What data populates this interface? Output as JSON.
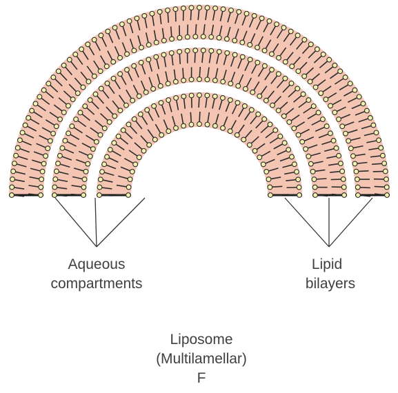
{
  "labels": {
    "aqueous_line1": "Aqueous",
    "aqueous_line2": "compartments",
    "lipid_line1": "Lipid",
    "lipid_line2": "bilayers",
    "title_line1": "Liposome",
    "title_line2": "(Multilamellar)",
    "panel_letter": "F"
  },
  "colors": {
    "bilayer_band": "#f4c5b3",
    "lipid_head_fill": "#f3f0b0",
    "lipid_stroke": "#2b2b2b",
    "leader_line": "#333333",
    "text": "#3f3f3f"
  },
  "bilayer_count": 3
}
